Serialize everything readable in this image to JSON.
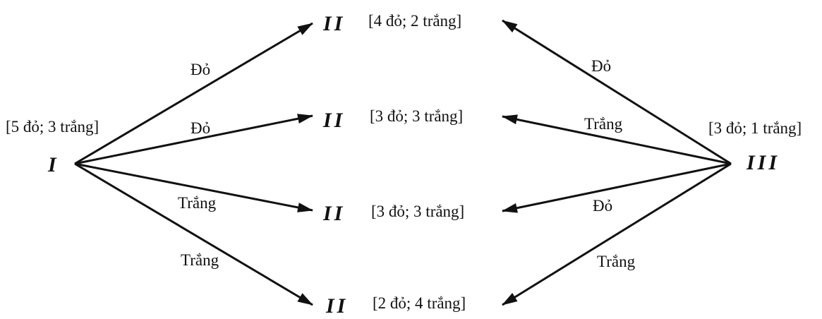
{
  "nodes": {
    "source_left": {
      "name": "I",
      "contents": "[5 đỏ; 3 trắng]"
    },
    "source_right": {
      "name": "III",
      "contents": "[3 đỏ; 1 trắng]"
    },
    "targets": [
      {
        "name": "II",
        "contents": "[4 đỏ; 2 trắng]"
      },
      {
        "name": "II",
        "contents": "[3 đỏ; 3 trắng]"
      },
      {
        "name": "II",
        "contents": "[3 đỏ; 3 trắng]"
      },
      {
        "name": "II",
        "contents": "[2 đỏ; 4 trắng]"
      }
    ]
  },
  "edges_left": [
    {
      "label": "Đỏ"
    },
    {
      "label": "Đỏ"
    },
    {
      "label": "Trắng"
    },
    {
      "label": "Trắng"
    }
  ],
  "edges_right": [
    {
      "label": "Đỏ"
    },
    {
      "label": "Trắng"
    },
    {
      "label": "Đỏ"
    },
    {
      "label": "Trắng"
    }
  ]
}
